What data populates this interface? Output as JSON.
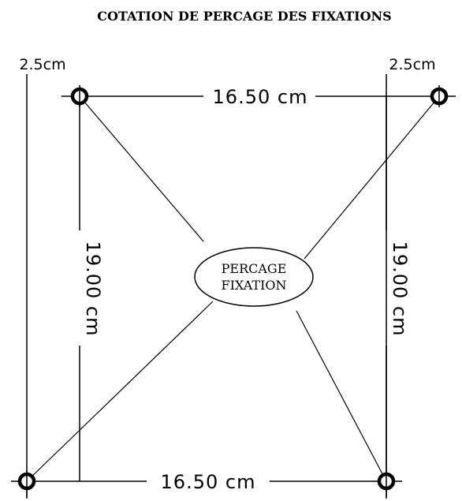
{
  "title": "COTATION DE PERCAGE DES FIXATIONS",
  "dimensions": {
    "margin_top_left": "2.5cm",
    "margin_top_right": "2.5cm",
    "width_top": "16.50 cm",
    "width_bottom": "16.50 cm",
    "height_left": "19.00 cm",
    "height_right": "19.00 cm"
  },
  "center_label": {
    "line1": "PERCAGE",
    "line2": "FIXATION"
  },
  "colors": {
    "ink": "#000000",
    "background": "#ffffff"
  },
  "icons": [
    "drill-hole-icon"
  ]
}
